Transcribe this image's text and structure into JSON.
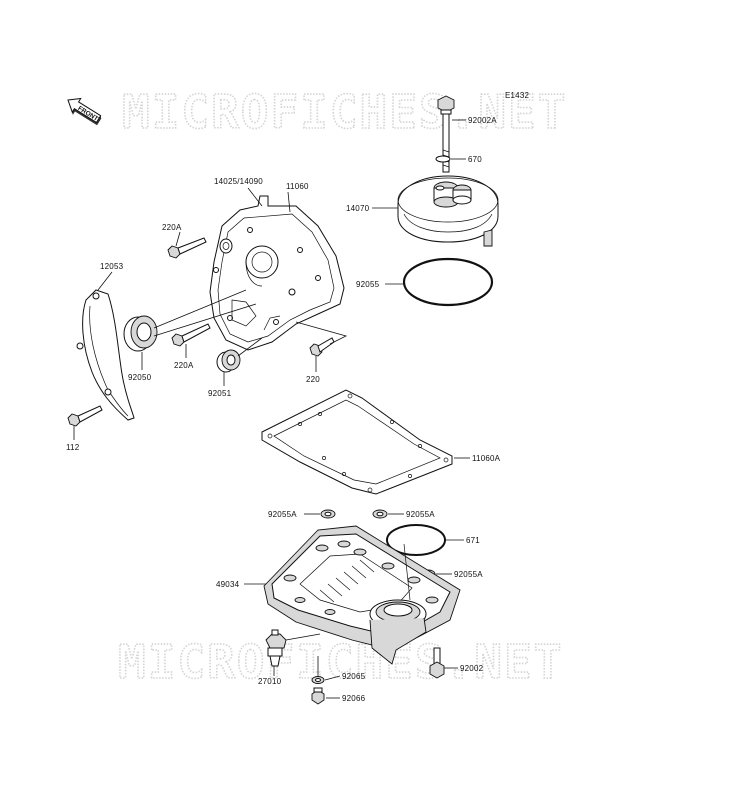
{
  "diagram_id": "E1432",
  "front_label": "FRONT",
  "watermark": "MICROFICHES.NET",
  "labels": {
    "p92002A": "92002A",
    "p670": "670",
    "p14070": "14070",
    "p92055": "92055",
    "p14025": "14025/14090",
    "p11060": "11060",
    "p220A_top": "220A",
    "p12053": "12053",
    "p92050": "92050",
    "p220A_mid": "220A",
    "p92051": "92051",
    "p220": "220",
    "p112": "112",
    "p11060A": "11060A",
    "p92055A_left": "92055A",
    "p92055A_right": "92055A",
    "p671": "671",
    "p49034": "49034",
    "p92055A_low": "92055A",
    "p27010": "27010",
    "p92065": "92065",
    "p92002": "92002",
    "p92066": "92066"
  }
}
